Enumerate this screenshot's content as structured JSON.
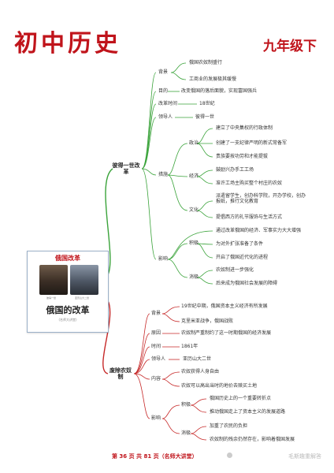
{
  "header": {
    "title": "初中历史",
    "grade": "九年级下"
  },
  "card": {
    "image_title": "俄国改革",
    "caption_left": "彼得一世",
    "caption_right": "亚历山大二世",
    "title": "俄国的改革",
    "subtitle": "(名师大讲堂)"
  },
  "peter": {
    "hub": "彼得一世改革",
    "background_label": "背景",
    "background": [
      "俄国农奴制盛行",
      "工商业的发展极其缓慢"
    ],
    "purpose_label": "目的",
    "purpose": "改变俄国的落后面貌，实现富国强兵",
    "time_label": "改革时间",
    "time": "18世纪",
    "leader_label": "领导人",
    "leader": "彼得一世",
    "measures_label": "措施",
    "politics_label": "政治",
    "politics": [
      "建立了中央集权的行政体制",
      "创建了一支纪律严明的新式常备军",
      "贵族要按功劳和才能提拔"
    ],
    "economy_label": "经济",
    "economy": [
      "鼓励兴办手工工场",
      "准许工场主购买整个村庄的农奴"
    ],
    "culture_label": "文化",
    "culture": [
      "派遣留学生，创办科学院，开办学校，创办报纸，推行文化教育",
      "提倡西方的礼节服饰与生活方式"
    ],
    "impact_label": "影响",
    "impact_top": "通过改革俄国的经济、军事实力大大增强",
    "positive_label": "积极",
    "positive": [
      "为对外扩张准备了条件",
      "开启了俄国近代化的进程"
    ],
    "negative_label": "消极",
    "negative": [
      "农奴制进一步强化",
      "后来成为俄国社会发展的障碍"
    ]
  },
  "serf": {
    "hub": "废除农奴制",
    "background_label": "背景",
    "background": [
      "19世纪中期，俄国资本主义经济有所发展",
      "克里米亚战争，俄国战败"
    ],
    "cause_label": "原因",
    "cause": "农奴制严重制约了这一时期俄国的经济发展",
    "time_label": "时间",
    "time": "1861年",
    "leader_label": "领导人",
    "leader": "亚历山大二世",
    "content_label": "内容",
    "content": [
      "农奴获得人身自由",
      "农奴可以高出当时的地价去赎买土地"
    ],
    "impact_label": "影响",
    "positive_label": "积极",
    "positive": [
      "俄国历史上的一个重要转折点",
      "推动俄国走上了资本主义的发展道路"
    ],
    "negative_label": "消极",
    "negative": [
      "加重了农民的负担",
      "农奴制的残余仍然存在，影响着俄国发展"
    ]
  },
  "footer": {
    "page": "第 36 页 共 81 页（名师大讲堂）",
    "watermark": "毛斯趣重解答"
  }
}
